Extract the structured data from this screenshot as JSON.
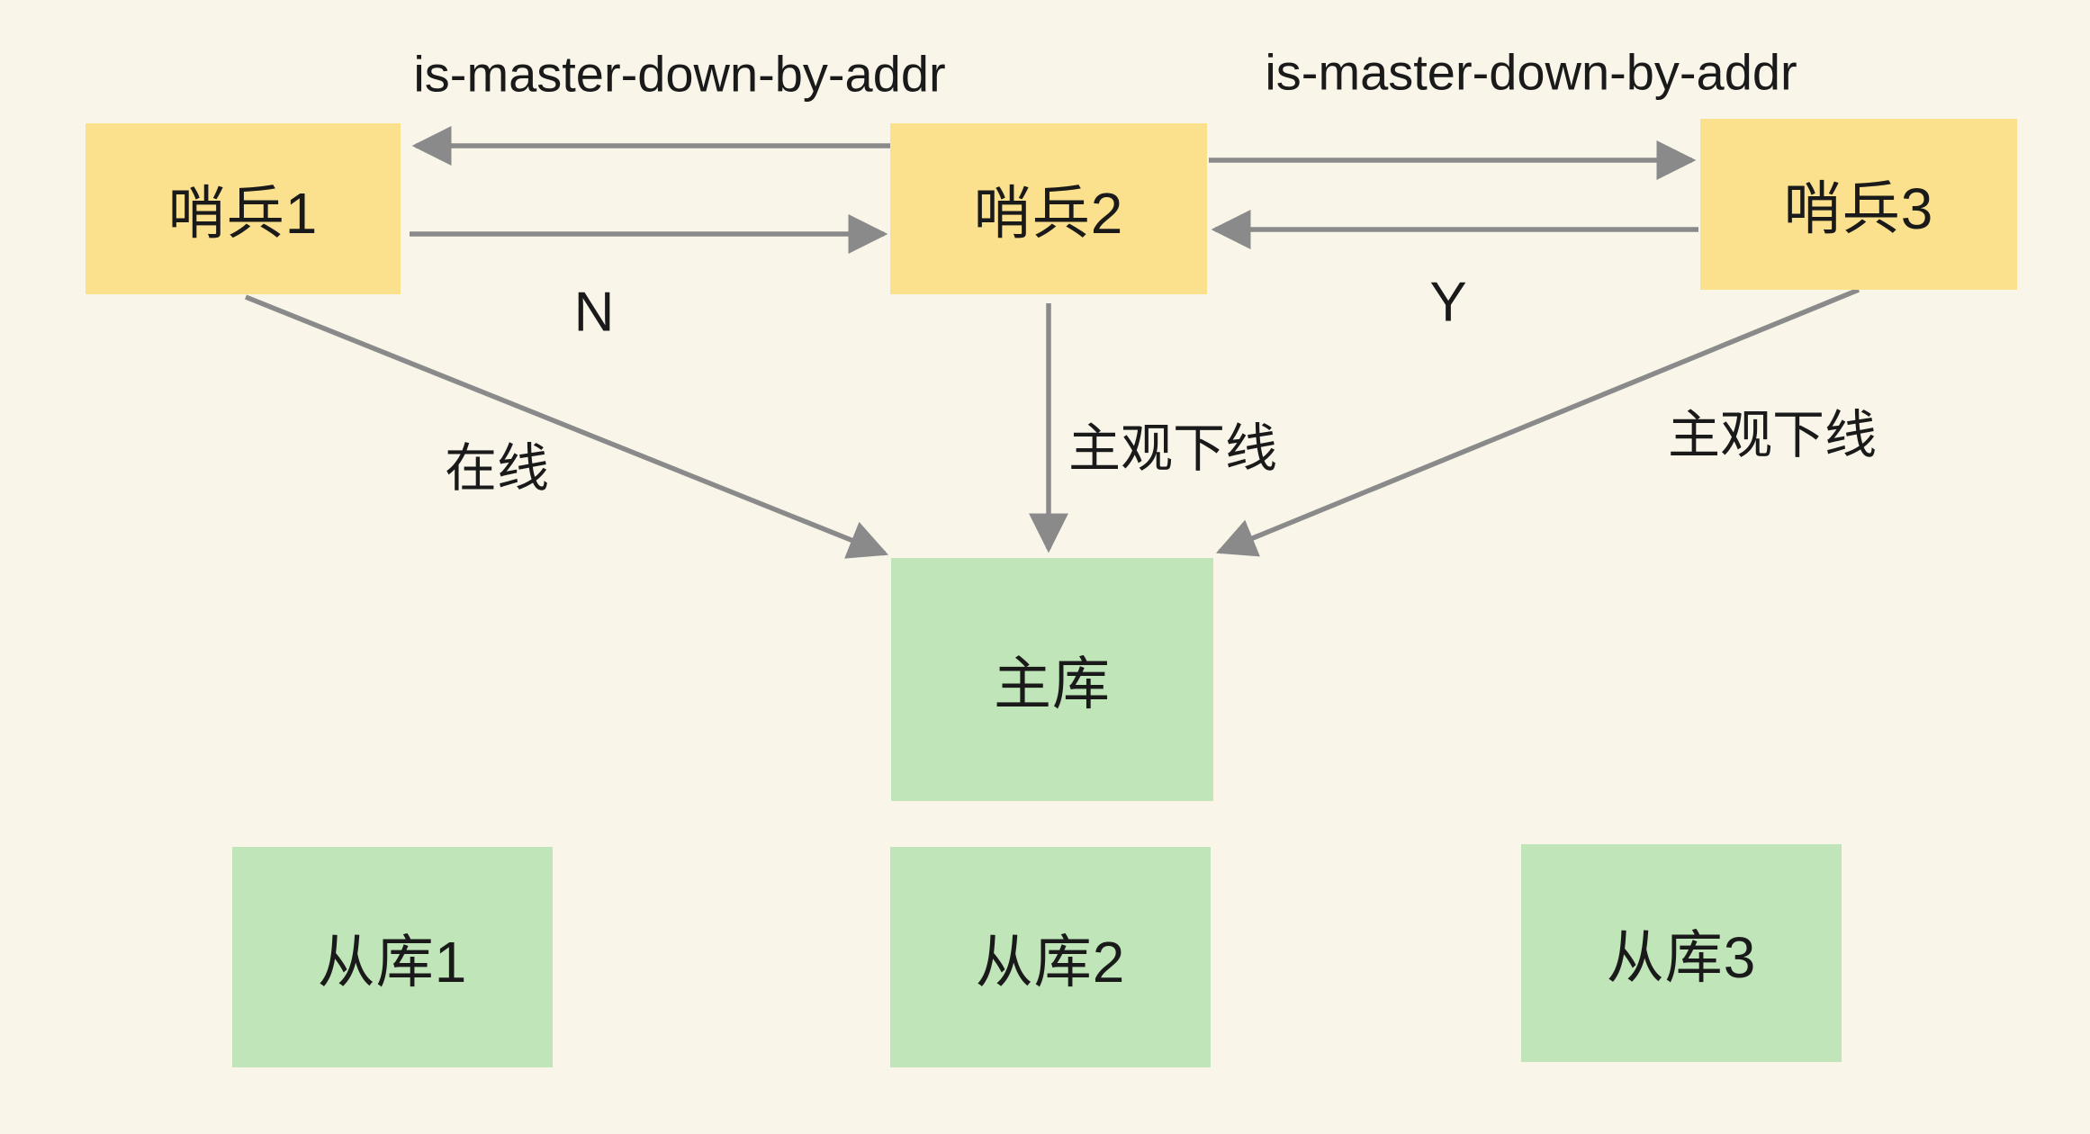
{
  "diagram": {
    "type": "architecture-diagram",
    "topic": "Redis sentinel subjective-down voting over master and slaves",
    "colors": {
      "background": "#F9F6E9",
      "sentinel_fill": "#FBE18E",
      "database_fill": "#BFE5B8",
      "arrow": "#8A8A8A",
      "text": "#1A1A1A"
    },
    "nodes": {
      "sentinel1": {
        "label": "哨兵1",
        "kind": "sentinel"
      },
      "sentinel2": {
        "label": "哨兵2",
        "kind": "sentinel"
      },
      "sentinel3": {
        "label": "哨兵3",
        "kind": "sentinel"
      },
      "master": {
        "label": "主库",
        "kind": "database"
      },
      "slave1": {
        "label": "从库1",
        "kind": "database"
      },
      "slave2": {
        "label": "从库2",
        "kind": "database"
      },
      "slave3": {
        "label": "从库3",
        "kind": "database"
      }
    },
    "edges": [
      {
        "from": "sentinel2",
        "to": "sentinel1",
        "label": "is-master-down-by-addr"
      },
      {
        "from": "sentinel1",
        "to": "sentinel2",
        "label": "N"
      },
      {
        "from": "sentinel2",
        "to": "sentinel3",
        "label": "is-master-down-by-addr"
      },
      {
        "from": "sentinel3",
        "to": "sentinel2",
        "label": "Y"
      },
      {
        "from": "sentinel1",
        "to": "master",
        "label": "在线"
      },
      {
        "from": "sentinel2",
        "to": "master",
        "label": "主观下线"
      },
      {
        "from": "sentinel3",
        "to": "master",
        "label": "主观下线"
      }
    ]
  }
}
